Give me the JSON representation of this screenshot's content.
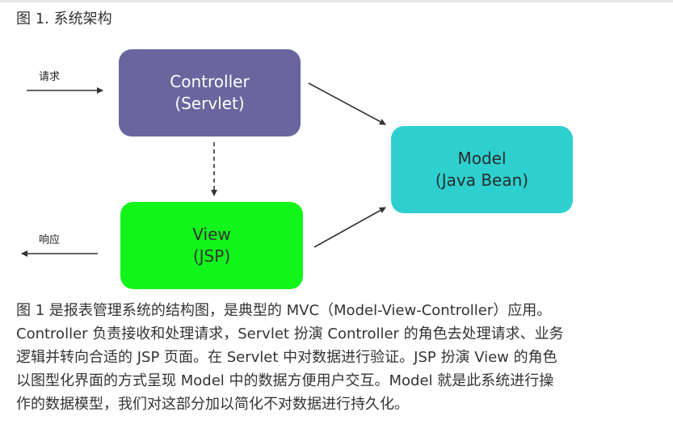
{
  "caption": "图 1. 系统架构",
  "diagram": {
    "controller": {
      "line1": "Controller",
      "line2": "(Servlet)"
    },
    "view": {
      "line1": "View",
      "line2": "(JSP)"
    },
    "model": {
      "line1": "Model",
      "line2": "(Java Bean)"
    },
    "request_label": "请求",
    "response_label": "响应",
    "colors": {
      "controller_box": "#6a659e",
      "view_box": "#11f51a",
      "model_box": "#2dd0cf",
      "arrow": "#333333"
    }
  },
  "description": {
    "lines": [
      "图 1 是报表管理系统的结构图，是典型的 MVC（Model-View-Controller）应用。",
      "Controller 负责接收和处理请求，Servlet 扮演 Controller 的角色去处理请求、业务",
      "逻辑并转向合适的 JSP 页面。在 Servlet 中对数据进行验证。JSP 扮演 View 的角色",
      "以图型化界面的方式呈现 Model 中的数据方便用户交互。Model 就是此系统进行操",
      "作的数据模型，我们对这部分加以简化不对数据进行持久化。"
    ]
  }
}
